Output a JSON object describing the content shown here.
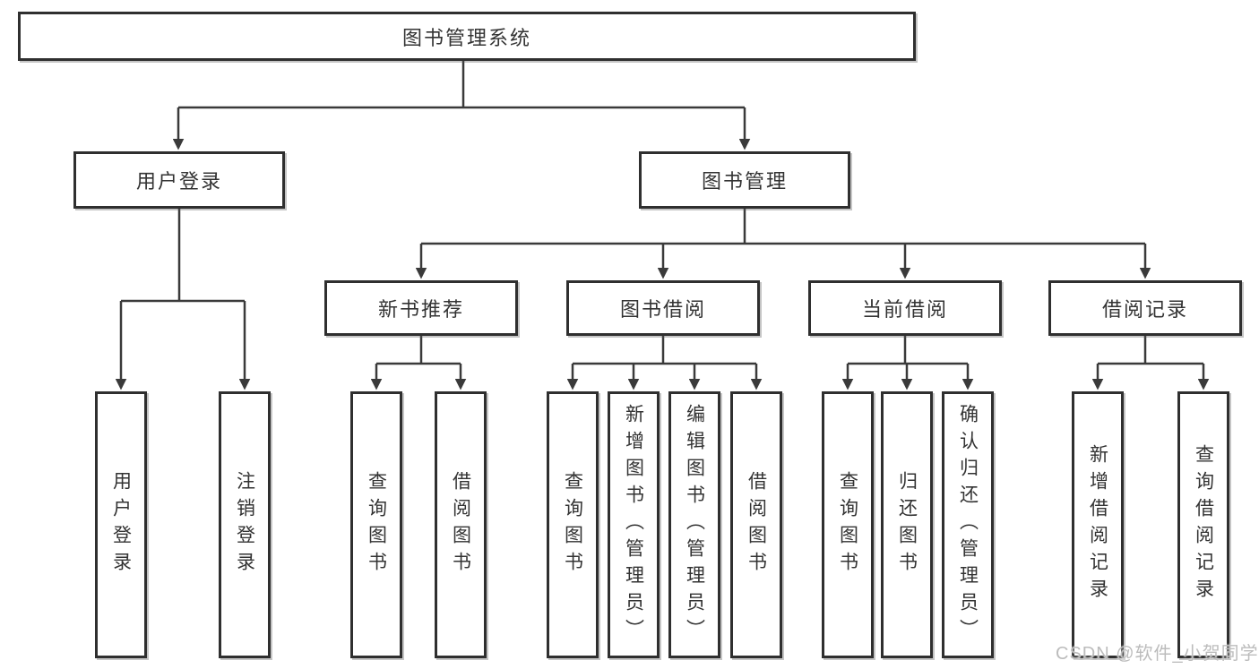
{
  "diagram": {
    "root": {
      "label": "图书管理系统"
    },
    "user_login": {
      "label": "用户登录",
      "children": {
        "login": {
          "label": "用户登录"
        },
        "logout": {
          "label": "注销登录"
        }
      }
    },
    "book_mgmt": {
      "label": "图书管理",
      "children": {
        "new_book_rec": {
          "label": "新书推荐",
          "children": {
            "query": {
              "label": "查询图书"
            },
            "borrow": {
              "label": "借阅图书"
            }
          }
        },
        "book_borrow": {
          "label": "图书借阅",
          "children": {
            "query": {
              "label": "查询图书"
            },
            "add": {
              "label": "新增图书（管理员）"
            },
            "edit": {
              "label": "编辑图书（管理员）"
            },
            "borrow": {
              "label": "借阅图书"
            }
          }
        },
        "current_borrow": {
          "label": "当前借阅",
          "children": {
            "query": {
              "label": "查询图书"
            },
            "return": {
              "label": "归还图书"
            },
            "confirm": {
              "label": "确认归还（管理员）"
            }
          }
        },
        "borrow_records": {
          "label": "借阅记录",
          "children": {
            "add": {
              "label": "新增借阅记录"
            },
            "query": {
              "label": "查询借阅记录"
            }
          }
        }
      }
    }
  },
  "colors": {
    "line": "#3a3a3a",
    "border": "#2f2f2f",
    "text": "#333333"
  },
  "watermark": "CSDN @软件_小贺同学"
}
